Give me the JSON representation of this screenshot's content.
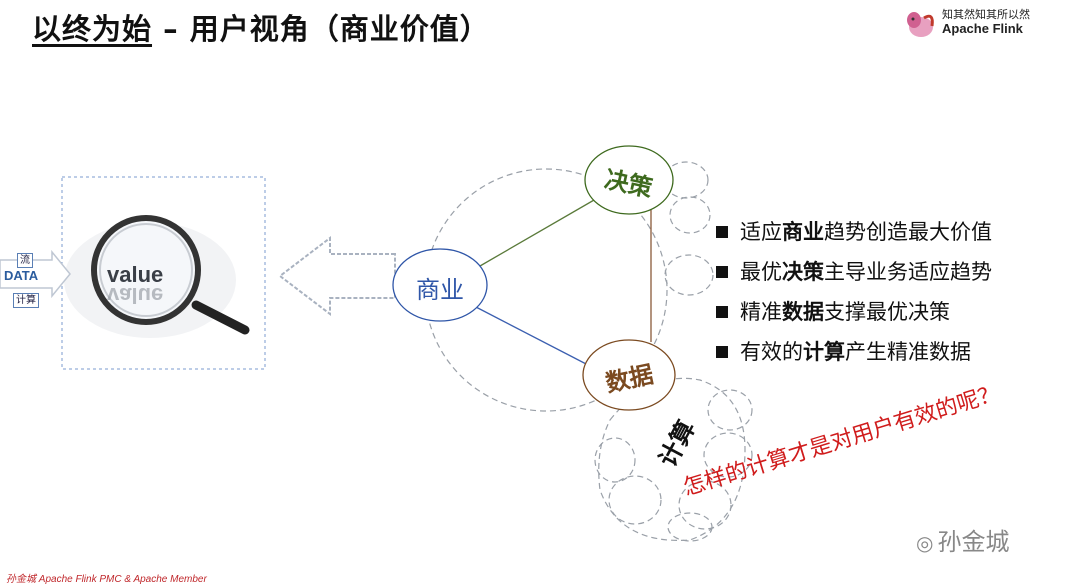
{
  "title": {
    "part1": "以终为始",
    "part2": " – 用户视角（商业价值）"
  },
  "brand": {
    "tagline": "知其然知其所以然",
    "name": "Apache Flink"
  },
  "left": {
    "top_tag": "流",
    "data_label": "DATA",
    "bottom_tag": "计算",
    "magnifier_word": "value"
  },
  "diagram": {
    "business": "商业",
    "decision": "决策",
    "data": "数据",
    "compute": "计算"
  },
  "bullets": [
    {
      "pre": "适应",
      "bold": "商业",
      "post": "趋势创造最大价值"
    },
    {
      "pre": "最优",
      "bold": "决策",
      "post": "主导业务适应趋势"
    },
    {
      "pre": "精准",
      "bold": "数据",
      "post": "支撑最优决策"
    },
    {
      "pre": "有效的",
      "bold": "计算",
      "post": "产生精准数据"
    }
  ],
  "question": "怎样的计算才是对用户有效的呢？",
  "watermark": "孙金城",
  "footer": "孙金城 Apache Flink PMC & Apache Member",
  "colors": {
    "business": "#2f56a8",
    "decision": "#3e6a1e",
    "data": "#7b4a20",
    "question": "#d01c1c"
  }
}
